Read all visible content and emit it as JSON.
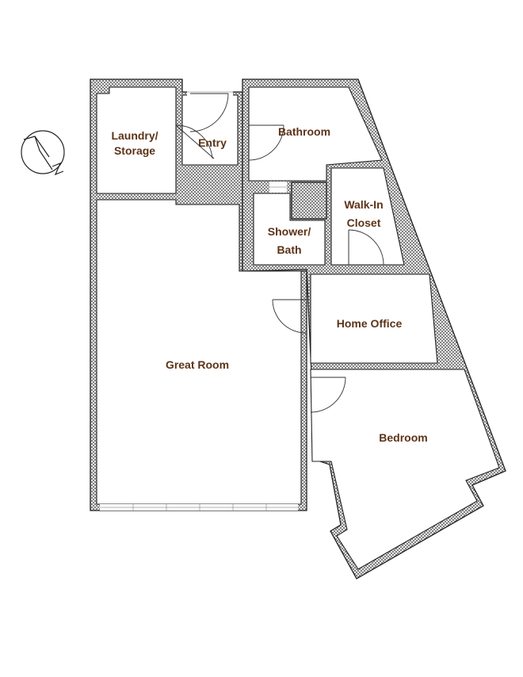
{
  "rooms": {
    "laundry": [
      "Laundry/",
      "Storage"
    ],
    "entry": "Entry",
    "bathroom": "Bathroom",
    "shower": [
      "Shower/",
      "Bath"
    ],
    "walkin": [
      "Walk-In",
      "Closet"
    ],
    "office": "Home Office",
    "great_room": "Great Room",
    "bedroom": "Bedroom"
  },
  "compass": {
    "icon": "north-arrow-icon"
  },
  "colors": {
    "label": "#5c3317",
    "wall": "#222222",
    "hatch": "#555555"
  }
}
